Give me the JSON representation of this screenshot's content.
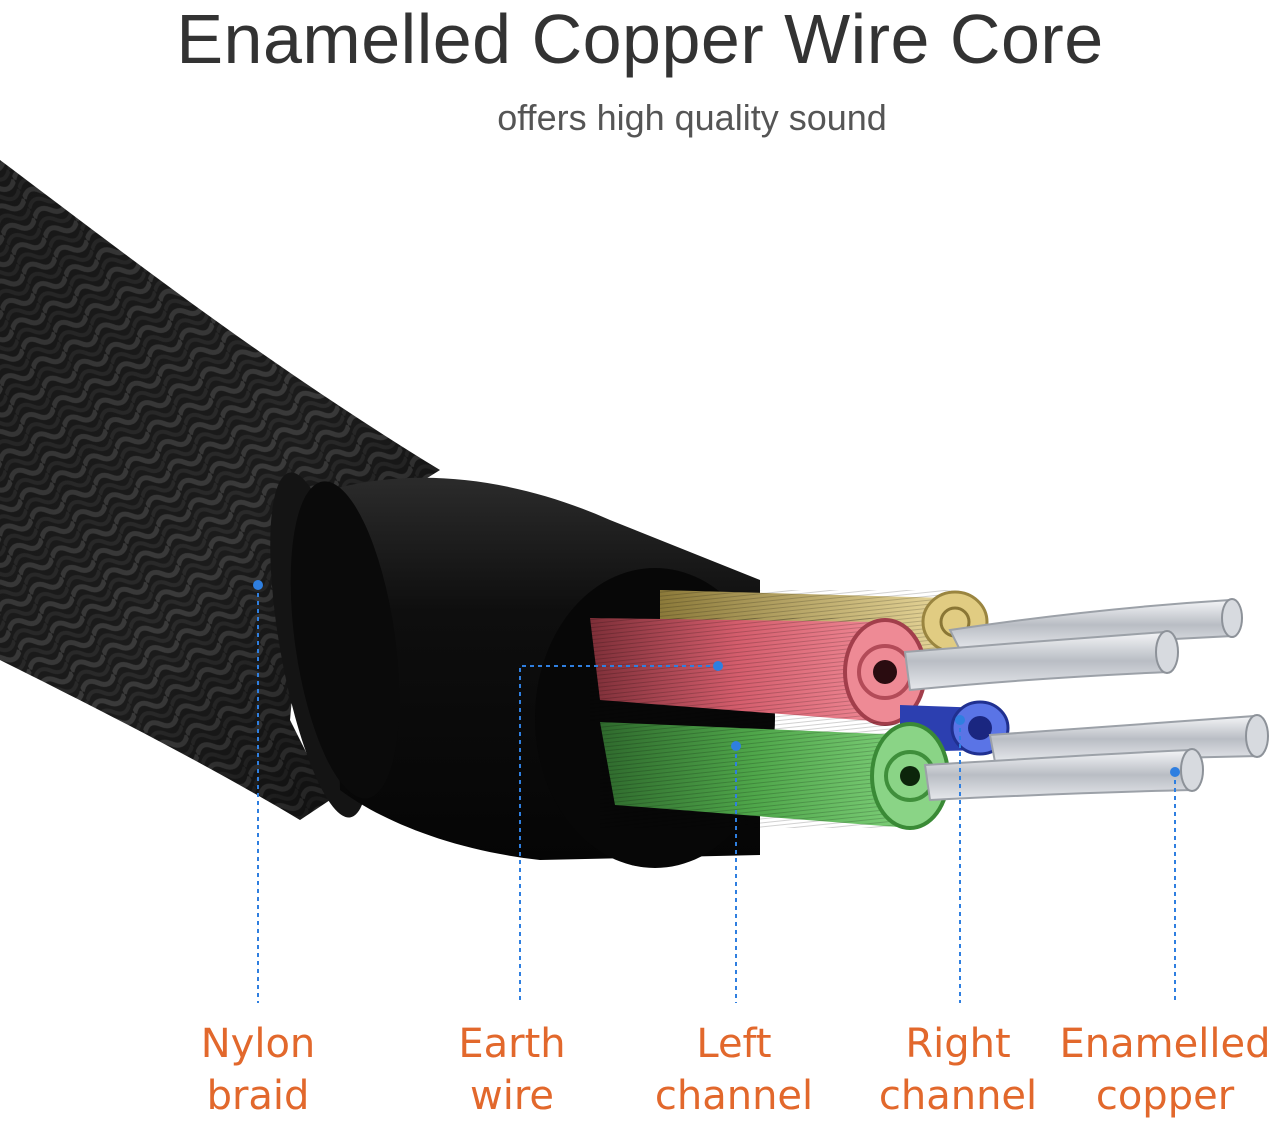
{
  "header": {
    "title": "Enamelled Copper Wire Core",
    "subtitle": "offers high quality sound"
  },
  "labels": [
    {
      "id": "nylon-braid",
      "line1": "Nylon",
      "line2": "braid"
    },
    {
      "id": "earth-wire",
      "line1": "Earth",
      "line2": "wire"
    },
    {
      "id": "left-channel",
      "line1": "Left",
      "line2": "channel"
    },
    {
      "id": "right-channel",
      "line1": "Right",
      "line2": "channel"
    },
    {
      "id": "enamelled-copper",
      "line1": "Enamelled",
      "line2": "copper"
    }
  ],
  "colors": {
    "label_text": "#e2682c",
    "leader_line": "#2f7fe0",
    "braid": "#1c1c1c",
    "jacket": "#0d0d0d",
    "earth_strands": "#d9c27a",
    "left_strands": "#e06b78",
    "green_strands": "#5fbf5a",
    "right_strands": "#3c55d8",
    "copper_strands": "#c8ccd2"
  }
}
